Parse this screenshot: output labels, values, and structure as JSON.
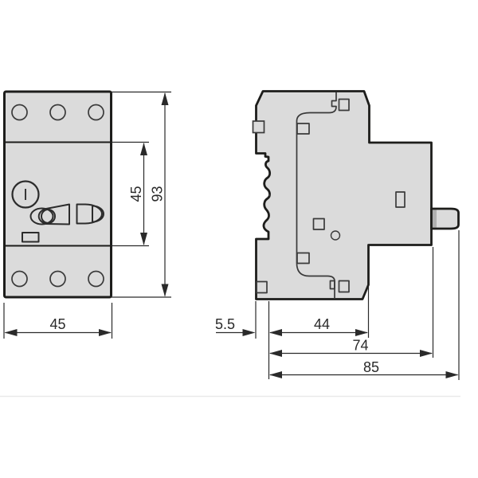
{
  "figure": {
    "knob_symbol": "I",
    "front_view": {
      "dim_width": "45",
      "dim_inner_height": "45",
      "dim_total_height": "93"
    },
    "side_view": {
      "dim_rail_offset": "5.5",
      "dim_upper_depth": "44",
      "dim_body_depth": "74",
      "dim_total_depth": "85"
    },
    "colors": {
      "outline": "#1d1d1b",
      "body_fill": "#dbdbdb",
      "knob_shadow": "#b0b0b0",
      "dimension": "#2a2a2a",
      "baseline_rule": "#e9e9e9",
      "background": "#ffffff"
    }
  }
}
